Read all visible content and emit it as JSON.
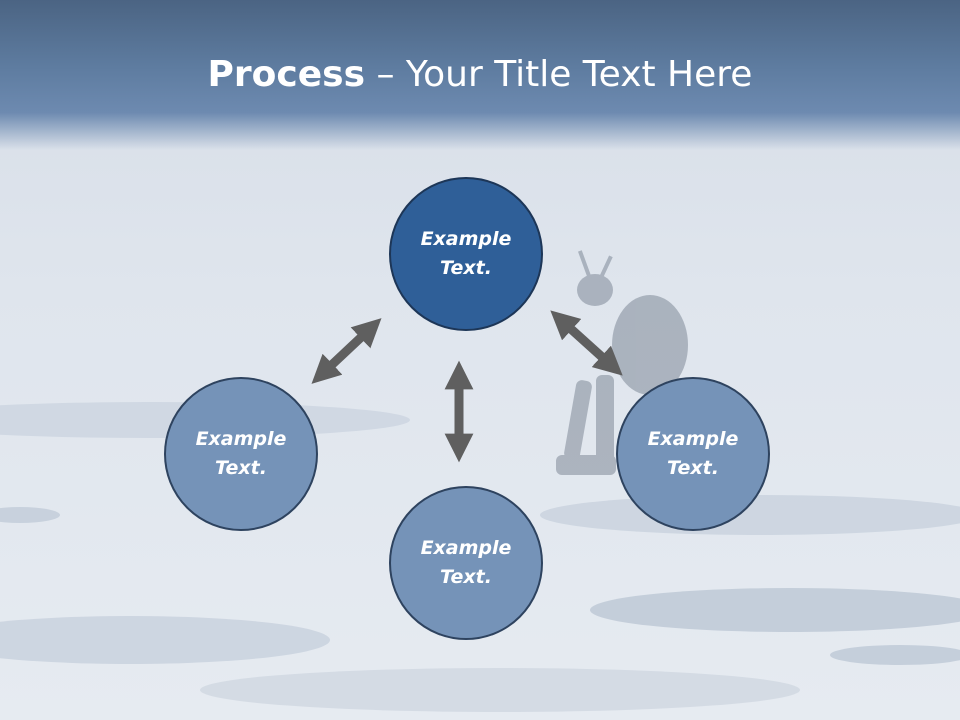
{
  "slide": {
    "title_bold": "Process",
    "title_rest": " – Your Title Text Here"
  },
  "nodes": {
    "top": "Example\nText.",
    "left": "Example\nText.",
    "right": "Example\nText.",
    "bottom": "Example\nText."
  },
  "colors": {
    "primary_circle": "#2f5f98",
    "secondary_circle": "#7593b8",
    "arrow": "#5f5f5f",
    "header": "#5e7ca0"
  }
}
